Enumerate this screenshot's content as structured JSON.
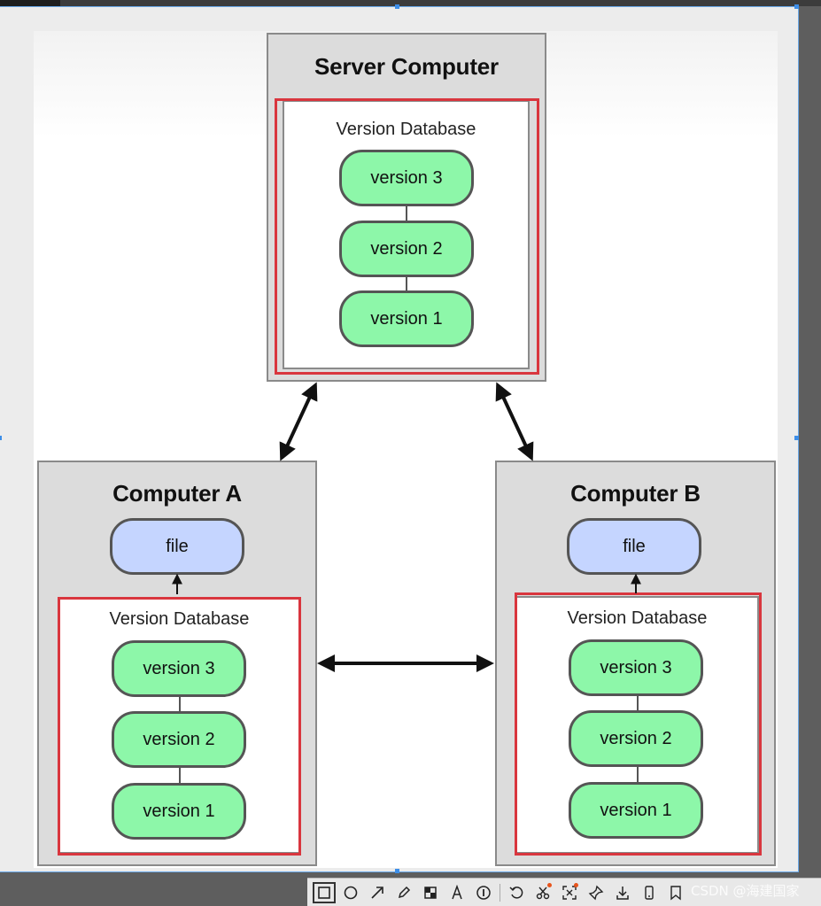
{
  "server": {
    "title": "Server Computer",
    "db_title": "Version Database",
    "versions": [
      "version 3",
      "version 2",
      "version 1"
    ]
  },
  "computer_a": {
    "title": "Computer A",
    "file_label": "file",
    "db_title": "Version Database",
    "versions": [
      "version 3",
      "version 2",
      "version 1"
    ]
  },
  "computer_b": {
    "title": "Computer B",
    "file_label": "file",
    "db_title": "Version Database",
    "versions": [
      "version 3",
      "version 2",
      "version 1"
    ]
  },
  "toolbar": {
    "tools": [
      "rectangle-icon",
      "ellipse-icon",
      "arrow-icon",
      "pen-icon",
      "mosaic-icon",
      "text-icon",
      "number-marker-icon",
      "undo-icon",
      "cut-icon",
      "ocr-icon",
      "pin-icon",
      "download-icon",
      "mobile-icon",
      "bookmark-icon"
    ]
  },
  "watermark": "CSDN @海建国家",
  "colors": {
    "version_fill": "#8df7a9",
    "file_fill": "#c5d5ff",
    "highlight": "#d9363e",
    "machine_fill": "#dcdcdc",
    "selection": "#3d8ee8"
  }
}
